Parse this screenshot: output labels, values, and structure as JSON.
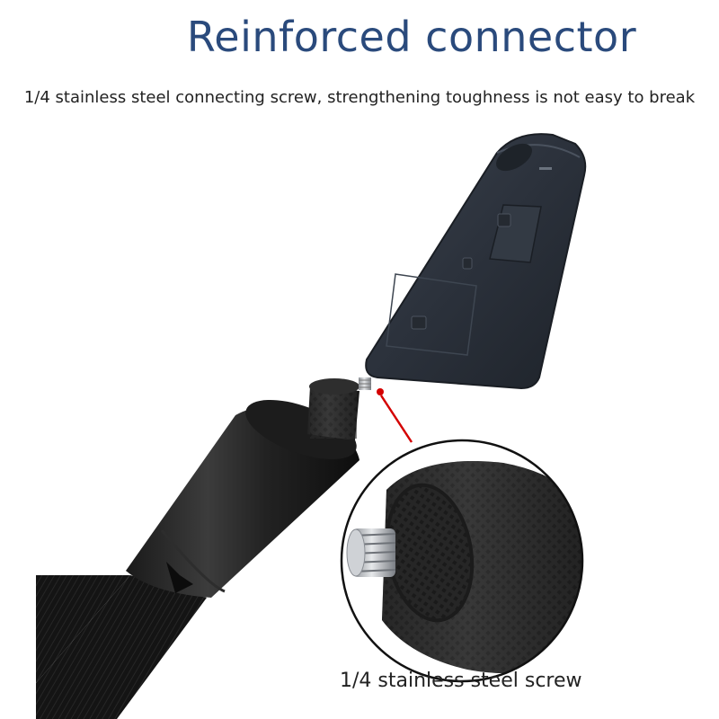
{
  "title": "Reinforced connector",
  "subtitle": "1/4 stainless steel connecting screw, strengthening toughness is not easy to break",
  "caption": "1/4 stainless steel screw",
  "colors": {
    "title": "#2a4a7c",
    "camera": "#2b313b",
    "pole": "#151515",
    "pointer": "#d40000",
    "screw": "#b8bcc2"
  },
  "icons": [
    "camera-product",
    "selfie-stick-product",
    "screw-zoom-detail",
    "pointer-line",
    "red-dot"
  ]
}
